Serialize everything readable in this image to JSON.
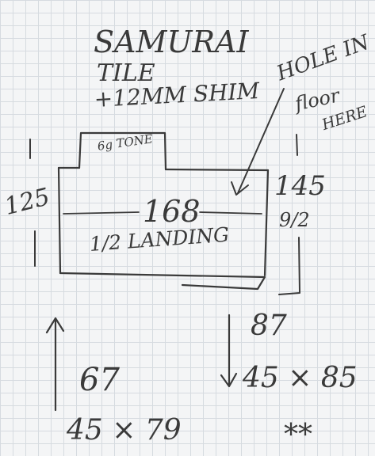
{
  "header": {
    "line1": "SAMURAI",
    "line2": "TILE",
    "line3": "+12MM SHIM"
  },
  "tab_label": "6g TONE",
  "annotation": {
    "line1": "HOLE IN",
    "line2": "floor",
    "line3": "HERE"
  },
  "dims": {
    "left_height": "125",
    "right_height": "145",
    "right_sub": "9/2",
    "width": "168",
    "inner": "1/2 LANDING"
  },
  "bottom_left": {
    "value": "67",
    "size": "45 × 79"
  },
  "bottom_right": {
    "top": "87",
    "size": "45 × 85",
    "stars": "**"
  }
}
